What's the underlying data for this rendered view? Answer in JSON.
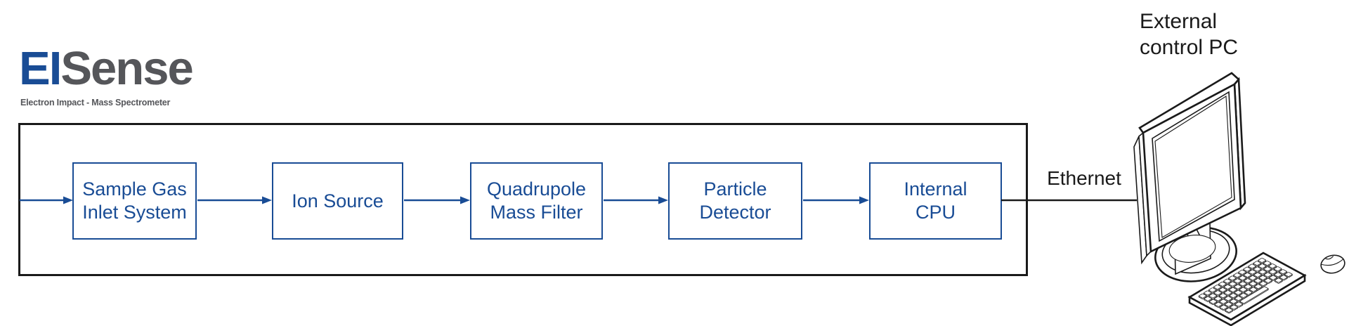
{
  "logo": {
    "brand_blue": "EI",
    "brand_gray": "Sense",
    "subtitle": "Electron Impact - Mass Spectrometer"
  },
  "diagram": {
    "blocks": [
      "Sample Gas\nInlet System",
      "Ion Source",
      "Quadrupole\nMass Filter",
      "Particle\nDetector",
      "Internal\nCPU"
    ],
    "connection_label": "Ethernet",
    "external_pc_label": "External\ncontrol PC"
  },
  "colors": {
    "accent_blue": "#194c95",
    "logo_gray": "#55565a",
    "line_black": "#1a1a1a"
  }
}
